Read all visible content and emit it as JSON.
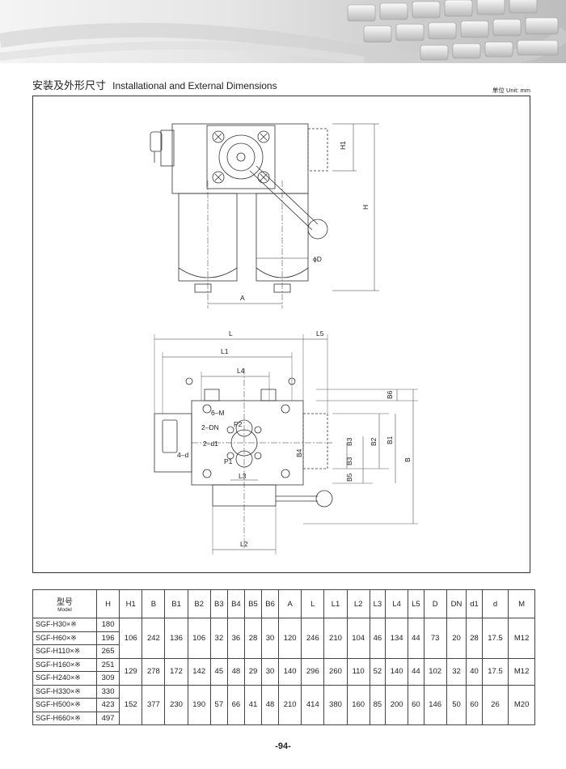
{
  "title": {
    "cn": "安装及外形尺寸",
    "en": "Installational and External Dimensions"
  },
  "unit": "单位 Unit: mm",
  "drawing_labels": {
    "H1": "H1",
    "H": "H",
    "phiD": "ϕD",
    "A": "A",
    "L": "L",
    "L1": "L1",
    "L5": "L5",
    "L4": "L4",
    "L3": "L3",
    "L2": "L2",
    "B6": "B6",
    "B": "B",
    "B1": "B1",
    "B2": "B2",
    "B3a": "B3",
    "B3b": "B3",
    "B4": "B4",
    "B5": "B5",
    "6M": "6–M",
    "2DN": "2–DN",
    "P2": "P2",
    "2d1": "2–d1",
    "P1": "P1",
    "4d": "4–d"
  },
  "table": {
    "model_header_cn": "型号",
    "model_header_en": "Model",
    "columns": [
      "H",
      "H1",
      "B",
      "B1",
      "B2",
      "B3",
      "B4",
      "B5",
      "B6",
      "A",
      "L",
      "L1",
      "L2",
      "L3",
      "L4",
      "L5",
      "D",
      "DN",
      "d1",
      "d",
      "M"
    ],
    "groups": [
      {
        "models": [
          {
            "name": "SGF-H30×※",
            "H": "180"
          },
          {
            "name": "SGF-H60×※",
            "H": "196"
          },
          {
            "name": "SGF-H110×※",
            "H": "265"
          }
        ],
        "values": [
          "106",
          "242",
          "136",
          "106",
          "32",
          "36",
          "28",
          "30",
          "120",
          "246",
          "210",
          "104",
          "46",
          "134",
          "44",
          "73",
          "20",
          "28",
          "17.5",
          "M12"
        ]
      },
      {
        "models": [
          {
            "name": "SGF-H160×※",
            "H": "251"
          },
          {
            "name": "SGF-H240×※",
            "H": "309"
          }
        ],
        "values": [
          "129",
          "278",
          "172",
          "142",
          "45",
          "48",
          "29",
          "30",
          "140",
          "296",
          "260",
          "110",
          "52",
          "140",
          "44",
          "102",
          "32",
          "40",
          "17.5",
          "M12"
        ]
      },
      {
        "models": [
          {
            "name": "SGF-H330×※",
            "H": "330"
          },
          {
            "name": "SGF-H500×※",
            "H": "423"
          },
          {
            "name": "SGF-H660×※",
            "H": "497"
          }
        ],
        "values": [
          "152",
          "377",
          "230",
          "190",
          "57",
          "66",
          "41",
          "48",
          "210",
          "414",
          "380",
          "160",
          "85",
          "200",
          "60",
          "146",
          "50",
          "60",
          "26",
          "M20"
        ]
      }
    ]
  },
  "page_number": "-94-"
}
